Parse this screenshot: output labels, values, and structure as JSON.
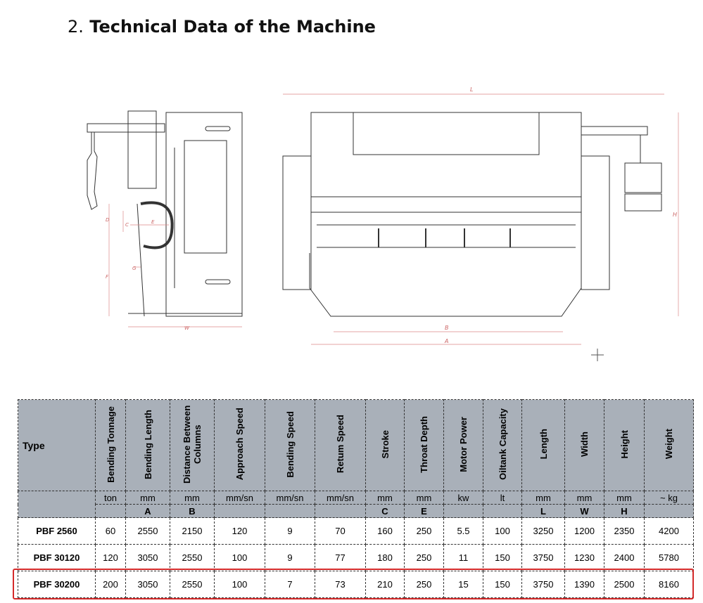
{
  "title": {
    "number": "2.",
    "text": "Technical Data of the Machine"
  },
  "drawing": {
    "labels": [
      "L",
      "H",
      "B",
      "A",
      "W",
      "D",
      "C",
      "E",
      "F",
      "G"
    ]
  },
  "table": {
    "headers": [
      "Type",
      "Bending Tonnage",
      "Bending Length",
      "Distance Between Columns",
      "Approach Speed",
      "Bending Speed",
      "Retum Speed",
      "Stroke",
      "Throat Depth",
      "Motor Power",
      "Oiltank Capacity",
      "Length",
      "Width",
      "Height",
      "Weight"
    ],
    "units": [
      "ton",
      "mm",
      "mm",
      "mm/sn",
      "mm/sn",
      "mm/sn",
      "mm",
      "mm",
      "kw",
      "lt",
      "mm",
      "mm",
      "mm",
      "~ kg"
    ],
    "letters": [
      "",
      "A",
      "B",
      "",
      "",
      "",
      "C",
      "E",
      "",
      "",
      "L",
      "W",
      "H",
      ""
    ],
    "rows": [
      [
        "PBF 2560",
        "60",
        "2550",
        "2150",
        "120",
        "9",
        "70",
        "160",
        "250",
        "5.5",
        "100",
        "3250",
        "1200",
        "2350",
        "4200"
      ],
      [
        "PBF 30120",
        "120",
        "3050",
        "2550",
        "100",
        "9",
        "77",
        "180",
        "250",
        "11",
        "150",
        "3750",
        "1230",
        "2400",
        "5780"
      ],
      [
        "PBF 30200",
        "200",
        "3050",
        "2550",
        "100",
        "7",
        "73",
        "210",
        "250",
        "15",
        "150",
        "3750",
        "1390",
        "2500",
        "8160"
      ]
    ],
    "highlight_row": 2,
    "highlight_color": "#d42a2a"
  }
}
